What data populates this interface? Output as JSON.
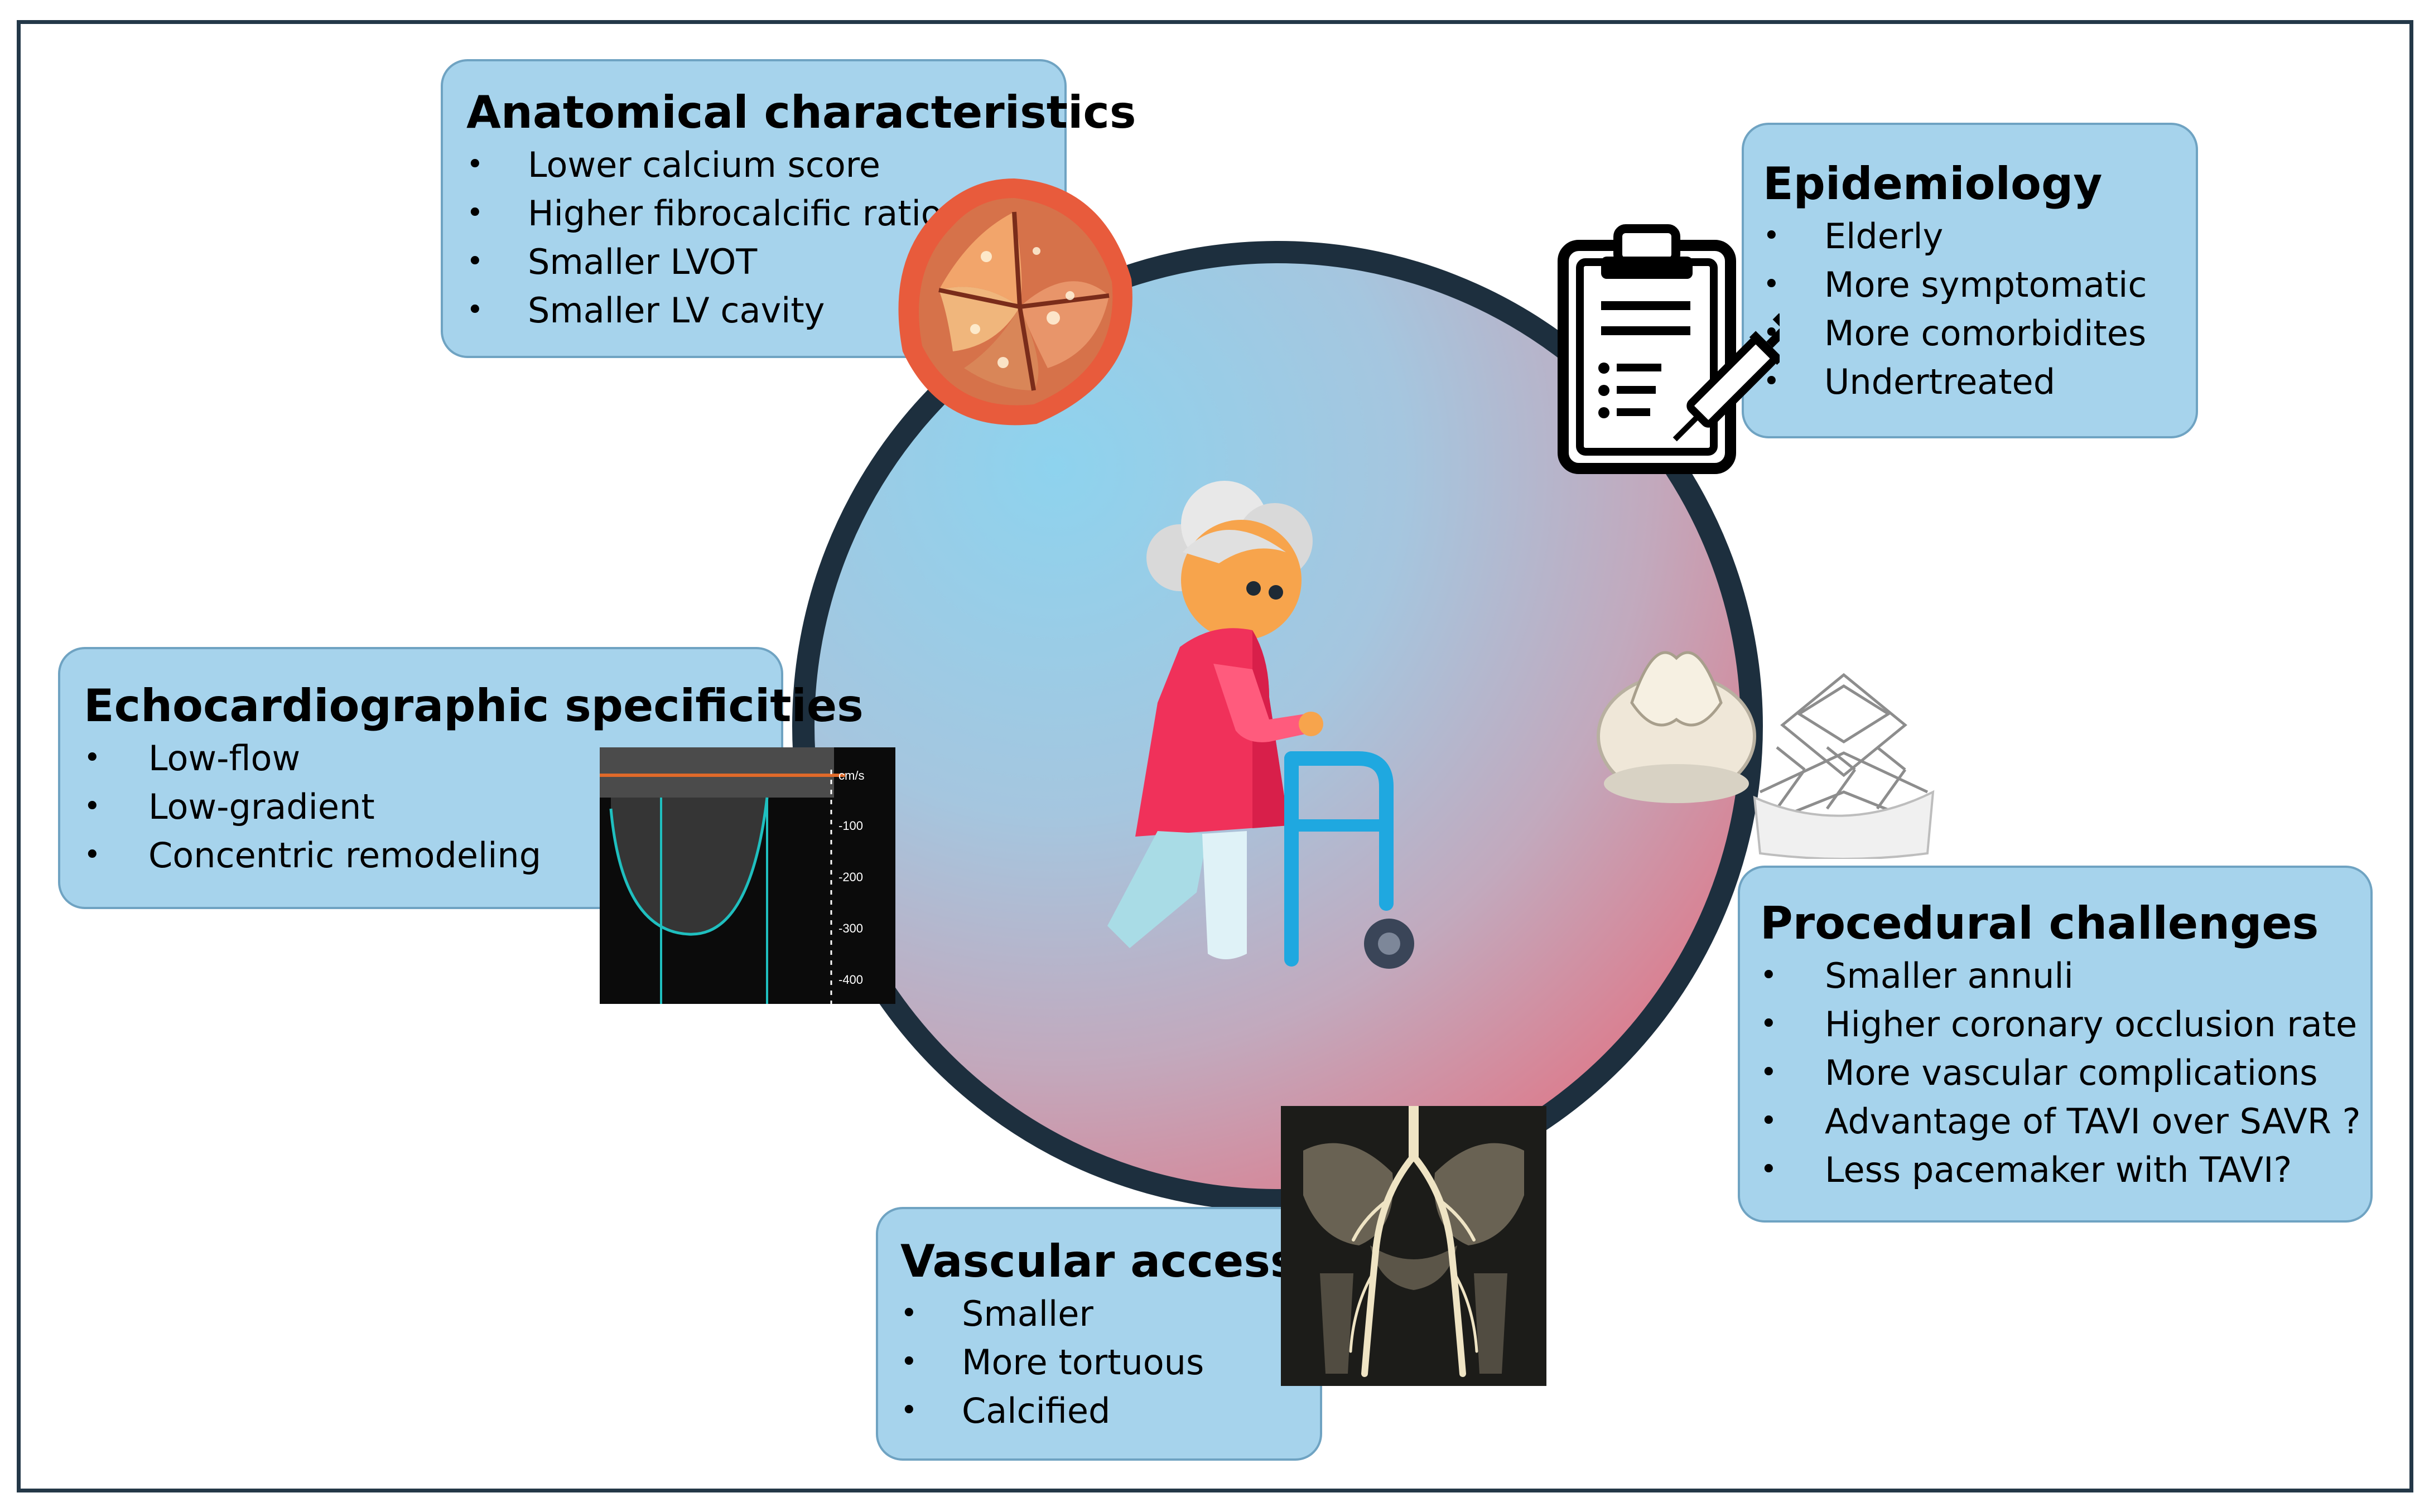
{
  "boxes": {
    "anatomical": {
      "title": "Anatomical characteristics",
      "items": [
        "Lower calcium score",
        "Higher fibrocalcific ratio",
        "Smaller LVOT",
        "Smaller LV cavity"
      ]
    },
    "epidemiology": {
      "title": "Epidemiology",
      "items": [
        "Elderly",
        "More symptomatic",
        "More comorbidites",
        "Undertreated"
      ]
    },
    "echo": {
      "title": "Echocardiographic specificities",
      "items": [
        "Low-flow",
        "Low-gradient",
        "Concentric remodeling"
      ]
    },
    "procedural": {
      "title": "Procedural challenges",
      "items": [
        "Smaller annuli",
        "Higher coronary occlusion rate",
        "More vascular complications",
        "Advantage of TAVI over SAVR ?",
        "Less pacemaker with TAVI?"
      ]
    },
    "vascular": {
      "title": "Vascular access",
      "items": [
        "Smaller",
        "More tortuous",
        "Calcified"
      ]
    }
  },
  "echo_image": {
    "unit": "cm/s",
    "ticks": [
      "-100",
      "-200",
      "-300",
      "-400"
    ]
  },
  "icons": {
    "center": "elderly-woman-with-walker-icon",
    "epidemiology": "clipboard-syringe-icon",
    "anatomical": "calcified-aortic-valve-image",
    "procedural": "prosthetic-valves-image",
    "vascular": "iliofemoral-ct-angiography-image",
    "echo": "doppler-echocardiography-image"
  },
  "colors": {
    "box_fill": "#a6d3ec",
    "circle_border": "#1d2f3e",
    "circle_gradient_start": "#8ed3ee",
    "circle_gradient_end": "#e46f7f"
  }
}
